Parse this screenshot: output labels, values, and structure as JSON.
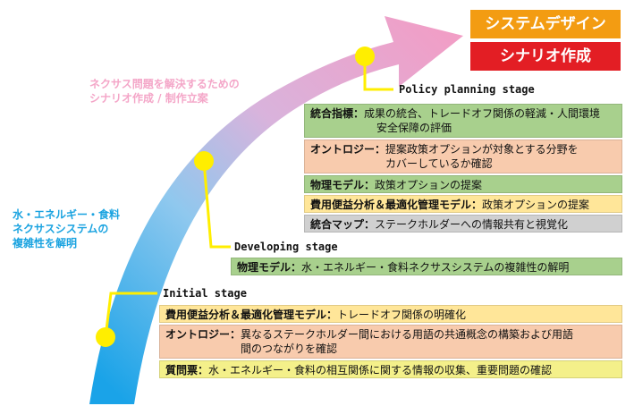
{
  "headers": {
    "system_design": "システムデザイン",
    "scenario": "シナリオ作成"
  },
  "colors": {
    "orange": "#f39c12",
    "red": "#e31e24",
    "yellow_dot": "#ffee00",
    "pink_caption": "#f4a6c8",
    "blue_caption": "#1aa3e0"
  },
  "arrow_caption": {
    "line1": "ネクサス問題を解決するための",
    "line2": "シナリオ作成 / 制作立案"
  },
  "left_caption": {
    "line1": "水・エネルギー・食料",
    "line2": "ネクサスシステムの",
    "line3": "複雑性を解明"
  },
  "policy": {
    "title": "Policy planning stage",
    "items": [
      {
        "term": "統合指標",
        "sep": "：",
        "line1": "成果の統合、トレードオフ関係の軽減・人間環境",
        "line2": "安全保障の評価"
      },
      {
        "term": "オントロジー",
        "sep": "：",
        "line1": "提案政策オプションが対象とする分野を",
        "line2": "カバーしているか確認"
      },
      {
        "term": "物理モデル",
        "sep": "：",
        "line1": "政策オプションの提案"
      },
      {
        "term": "費用便益分析＆最適化管理モデル",
        "sep": "：",
        "line1": "政策オプションの提案"
      },
      {
        "term": "統合マップ",
        "sep": "：",
        "line1": "ステークホルダーへの情報共有と視覚化"
      }
    ]
  },
  "developing": {
    "title": "Developing stage",
    "items": [
      {
        "term": "物理モデル",
        "sep": "：",
        "line1": "水・エネルギー・食料ネクサスシステムの複雑性の解明"
      }
    ]
  },
  "initial": {
    "title": "Initial stage",
    "items": [
      {
        "term": "費用便益分析＆最適化管理モデル",
        "sep": "：",
        "line1": "トレードオフ関係の明確化"
      },
      {
        "term": "オントロジー",
        "sep": "：",
        "line1": "異なるステークホルダー間における用語の共通概念の構築および用語",
        "line2": "間のつながりを確認"
      },
      {
        "term": "質問票",
        "sep": "：",
        "line1": "水・エネルギー・食料の相互関係に関する情報の収集、重要問題の確認"
      }
    ]
  }
}
